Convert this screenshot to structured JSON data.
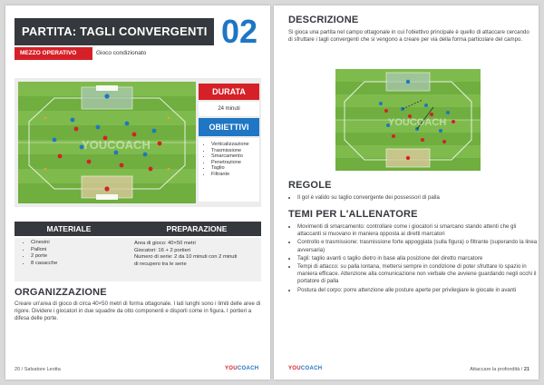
{
  "left": {
    "title": "PARTITA: TAGLI CONVERGENTI",
    "number": "02",
    "mezzo_label": "MEZZO OPERATIVO",
    "mezzo_value": "Gioco condizionato",
    "durata_label": "DURATA",
    "durata_value": "24 minuti",
    "obiettivi_label": "OBIETTIVI",
    "obiettivi": [
      "Verticalizzazione",
      "Trasmissione",
      "Smarcamento",
      "Penetrazione",
      "Taglio",
      "Filtrante"
    ],
    "watermark": "YOUCOACH",
    "materiale_label": "MATERIALE",
    "preparazione_label": "PREPARAZIONE",
    "materiale": [
      "Cinesini",
      "Palloni",
      "2 porte",
      "8 casacche"
    ],
    "preparazione": [
      "Area di gioco: 40×50 metri",
      "Giocatori: 16 + 2 portieri",
      "Numero di serie: 2 da 10 minuti con 2 minuti",
      "di recupero tra le serie"
    ],
    "organizzazione_title": "ORGANIZZAZIONE",
    "organizzazione_text": "Creare un'area di gioco di circa 40×50 metri di forma ottagonale. I lati lunghi sono i limiti delle aree di rigore. Dividere i giocatori in due squadre da otto componenti e disporli come in figura. I portieri a difesa delle porte.",
    "footer_page": "20",
    "footer_author": "Salvatore Leotta",
    "logo_a": "YOU",
    "logo_b": "COACH"
  },
  "right": {
    "descrizione_title": "DESCRIZIONE",
    "descrizione_text": "Si gioca una partita nel campo ottagonale in cui l'obiettivo principale è quello di attaccare cercando di sfruttare i tagli convergenti che si vengono a creare per via della forma particolare del campo.",
    "watermark": "YOUCOACH",
    "regole_title": "REGOLE",
    "regole": [
      "Il gol è valido su taglio convergente dei possessori di palla"
    ],
    "temi_title": "TEMI PER L'ALLENATORE",
    "temi": [
      "Movimenti di smarcamento: controllare come i giocatori si smarcano stando attenti che gli attaccanti si muovano in maniera opposta ai diretti marcatori",
      "Controllo e trasmissione: trasmissione forte appoggiata (sulla figura) o filtrante (superando la linea avversaria)",
      "Tagli: taglio avanti o taglio dietro in base alla posizione del diretto marcatore",
      "Tempi di attacco: su palla lontana, mettersi sempre in condizione di poter sfruttare lo spazio in maniera efficace. Attenzione alla comunicazione non verbale che avviene guardando negli occhi il portatore di palla",
      "Postura del corpo: porre attenzione alle posture aperte per privilegiare le giocate in avanti"
    ],
    "footer_text": "Attaccare la profondità",
    "footer_page": "21",
    "logo_a": "YOU",
    "logo_b": "COACH"
  }
}
